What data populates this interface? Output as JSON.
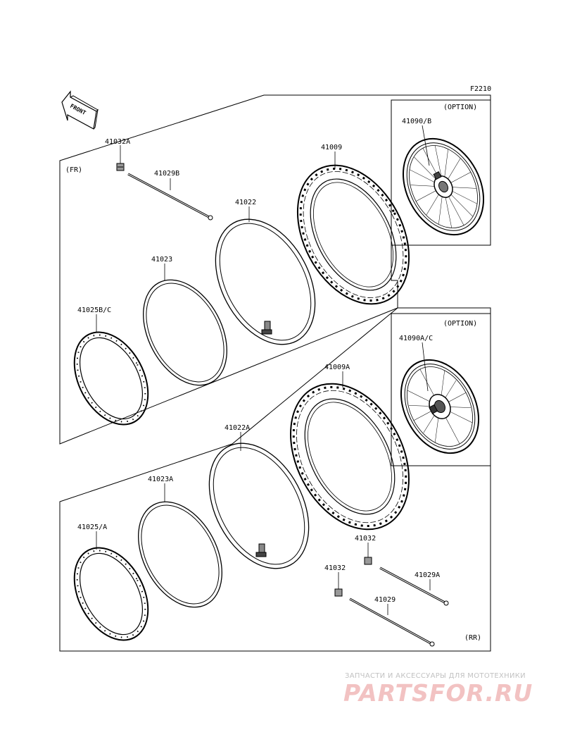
{
  "figure_code": "F2210",
  "front_arrow": "FRONT",
  "option_label_front": "(OPTION)",
  "option_label_rear": "(OPTION)",
  "section_front": "(FR)",
  "section_rear": "(RR)",
  "parts": {
    "p41032A": "41032A",
    "p41029B": "41029B",
    "p41022": "41022",
    "p41009": "41009",
    "p41090B": "41090/B",
    "p41023": "41023",
    "p41025BC": "41025B/C",
    "p41090AC": "41090A/C",
    "p41009A": "41009A",
    "p41022A": "41022A",
    "p41023A": "41023A",
    "p41025A": "41025/A",
    "p41032_1": "41032",
    "p41029A": "41029A",
    "p41032_2": "41032",
    "p41029": "41029"
  },
  "watermark": {
    "tagline": "ЗАПЧАСТИ И АКСЕССУАРЫ ДЛЯ МОТОТЕХНИКИ",
    "brand": "PARTSFOR.RU",
    "color": "#f2c2c2"
  }
}
